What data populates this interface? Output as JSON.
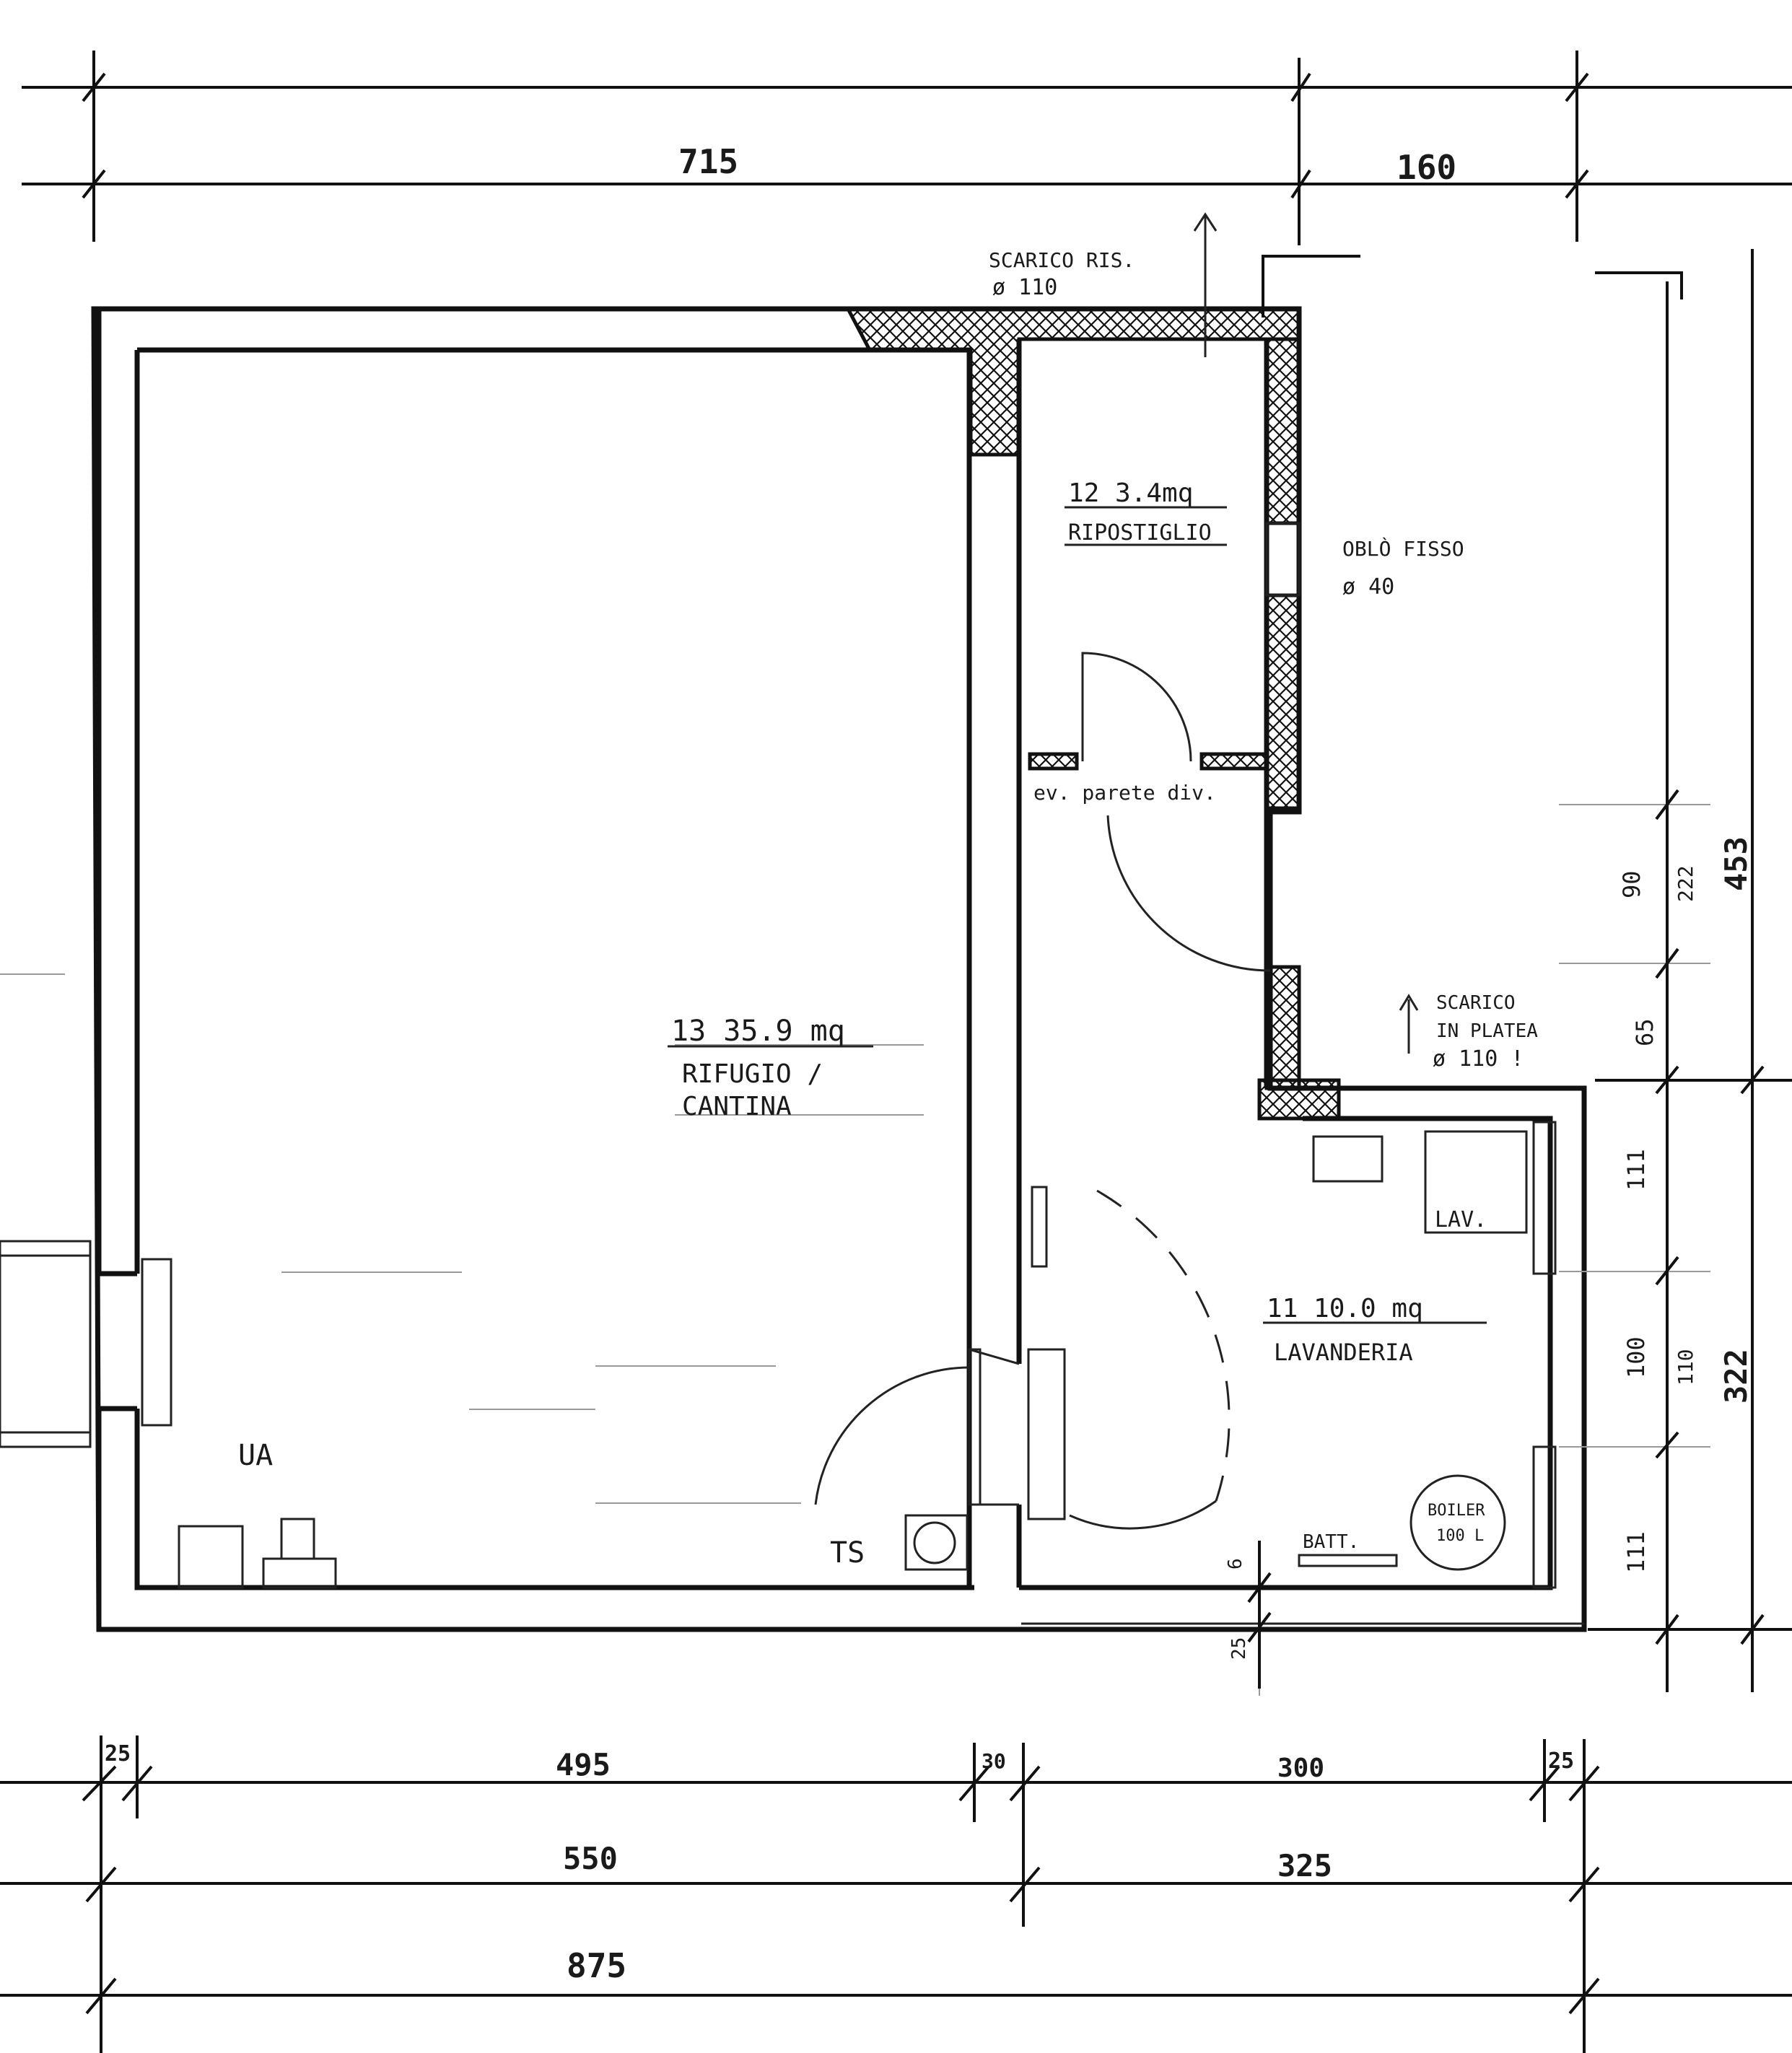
{
  "rooms": {
    "cantina": {
      "label_line1": "13   35.9 mq",
      "label_line2": "RIFUGIO /",
      "label_line3": "CANTINA"
    },
    "ripostiglio": {
      "label_line1": "12  3.4mq",
      "label_line2": "RIPOSTIGLIO"
    },
    "lavanderia": {
      "label_line1": "11   10.0 mq",
      "label_line2": "LAVANDERIA"
    }
  },
  "notes": {
    "scarico_ris_1": "SCARICO RIS.",
    "scarico_ris_2": "ø 110",
    "oblo_1": "OBLÒ FISSO",
    "oblo_2": "ø 40",
    "parete": "ev. parete div.",
    "scarico_platea_1": "SCARICO",
    "scarico_platea_2": "IN PLATEA",
    "scarico_platea_3": "ø 110 !",
    "ua": "UA",
    "ts": "TS",
    "lav": "LAV.",
    "boiler_1": "BOILER",
    "boiler_2": "100 L",
    "batt": "BATT."
  },
  "dimensions": {
    "top": [
      "715",
      "160"
    ],
    "bottom_row1": [
      "25",
      "495",
      "30",
      "300",
      "25"
    ],
    "bottom_row2": [
      "550",
      "325"
    ],
    "bottom_total": "875",
    "right_inner": [
      "90",
      "65",
      "100",
      "111",
      "111"
    ],
    "right_mid": [
      "222",
      "110"
    ],
    "right_outer": [
      "453",
      "322"
    ],
    "small": [
      "6",
      "25"
    ]
  }
}
